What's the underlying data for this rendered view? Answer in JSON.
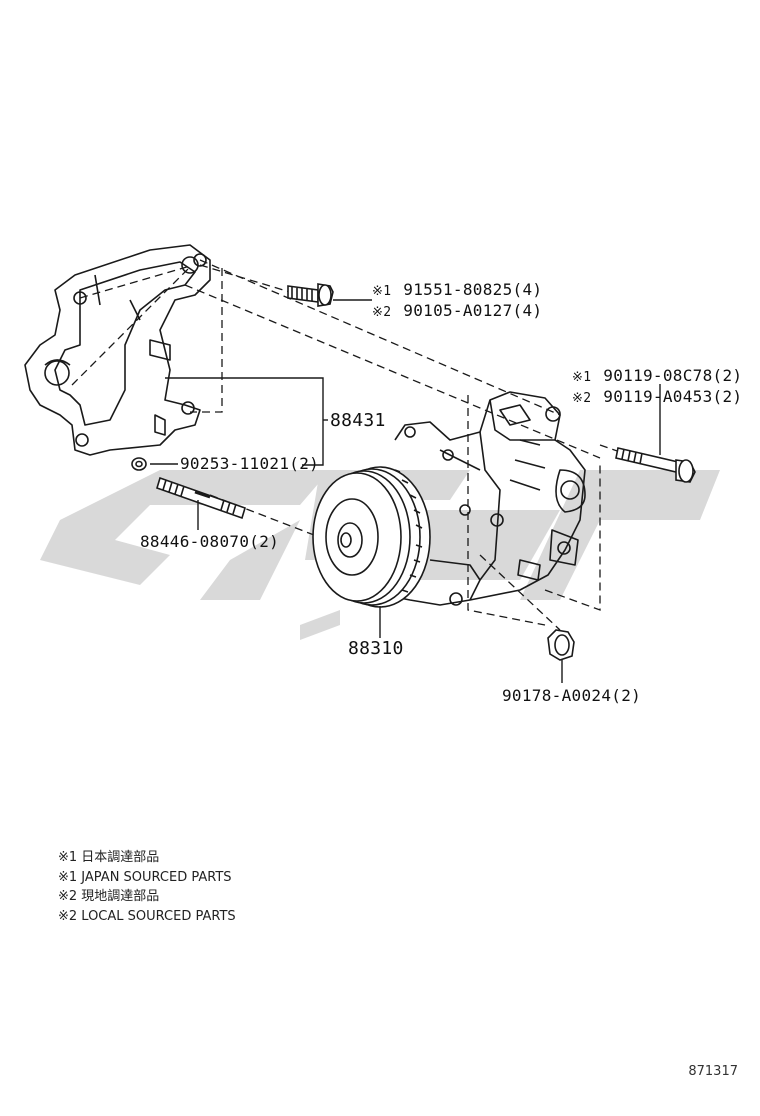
{
  "parts": {
    "bracket_bolt": {
      "mark1": "※1",
      "number1": "91551-80825(4)",
      "mark2": "※2",
      "number2": "90105-A0127(4)"
    },
    "compressor_bolt": {
      "mark1": "※1",
      "number1": "90119-08C78(2)",
      "mark2": "※2",
      "number2": "90119-A0453(2)"
    },
    "bracket": {
      "number": "88431"
    },
    "pin": {
      "number": "90253-11021(2)"
    },
    "stud": {
      "number": "88446-08070(2)"
    },
    "compressor": {
      "number": "88310"
    },
    "nut": {
      "number": "90178-A0024(2)"
    }
  },
  "notes": [
    "※1 日本調達部品",
    "※1 JAPAN SOURCED PARTS",
    "※2 現地調達部品",
    "※2 LOCAL SOURCED PARTS"
  ],
  "diagram_code": "871317",
  "colors": {
    "line": "#1a1a1a",
    "watermark": "#d9d9d9"
  }
}
